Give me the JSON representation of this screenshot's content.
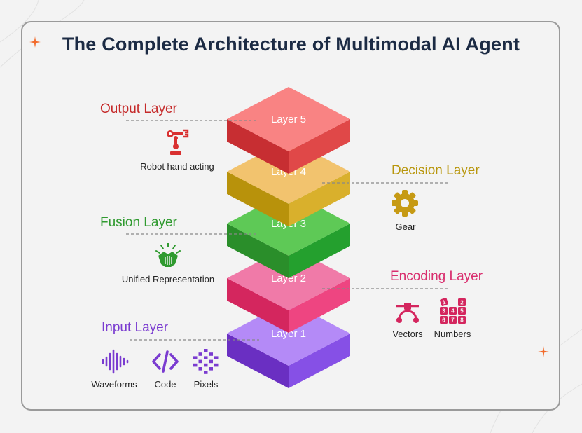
{
  "title": "The Complete Architecture of Multimodal AI Agent",
  "colors": {
    "title": "#1c2b44",
    "output": "#c52a2a",
    "decision": "#b8960c",
    "fusion": "#2f9a2f",
    "encoding": "#d92e6e",
    "input": "#7a3bd0",
    "sparkle": "#f26a2a"
  },
  "layers": [
    {
      "label": "Layer 5",
      "name": "Output Layer",
      "top": "#f98383",
      "left": "#c72e32",
      "right": "#e04848"
    },
    {
      "label": "Layer 4",
      "name": "Decision Layer",
      "top": "#f2c36e",
      "left": "#b8920b",
      "right": "#d9b02c"
    },
    {
      "label": "Layer 3",
      "name": "Fusion Layer",
      "top": "#5ec956",
      "left": "#2a8e2a",
      "right": "#24a02e"
    },
    {
      "label": "Layer 2",
      "name": "Encoding Layer",
      "top": "#f07aa8",
      "left": "#d4265e",
      "right": "#ee4581"
    },
    {
      "label": "Layer 1",
      "name": "Input Layer",
      "top": "#b48af7",
      "left": "#6a2fc2",
      "right": "#8650e6"
    }
  ],
  "output": {
    "title": "Output Layer",
    "items": [
      {
        "icon": "robot-arm-icon",
        "label": "Robot hand acting"
      }
    ]
  },
  "decision": {
    "title": "Decision Layer",
    "items": [
      {
        "icon": "gear-icon",
        "label": "Gear"
      }
    ]
  },
  "fusion": {
    "title": "Fusion Layer",
    "items": [
      {
        "icon": "handshake-icon",
        "label": "Unified Representation"
      }
    ]
  },
  "encoding": {
    "title": "Encoding Layer",
    "items": [
      {
        "icon": "vector-nodes-icon",
        "label": "Vectors"
      },
      {
        "icon": "number-blocks-icon",
        "label": "Numbers"
      }
    ]
  },
  "input": {
    "title": "Input Layer",
    "items": [
      {
        "icon": "waveform-icon",
        "label": "Waveforms"
      },
      {
        "icon": "code-icon",
        "label": "Code"
      },
      {
        "icon": "pixel-grid-icon",
        "label": "Pixels"
      }
    ]
  },
  "numbers_icon_digits": [
    "1",
    "2",
    "3",
    "4",
    "5",
    "6",
    "7",
    "8"
  ]
}
